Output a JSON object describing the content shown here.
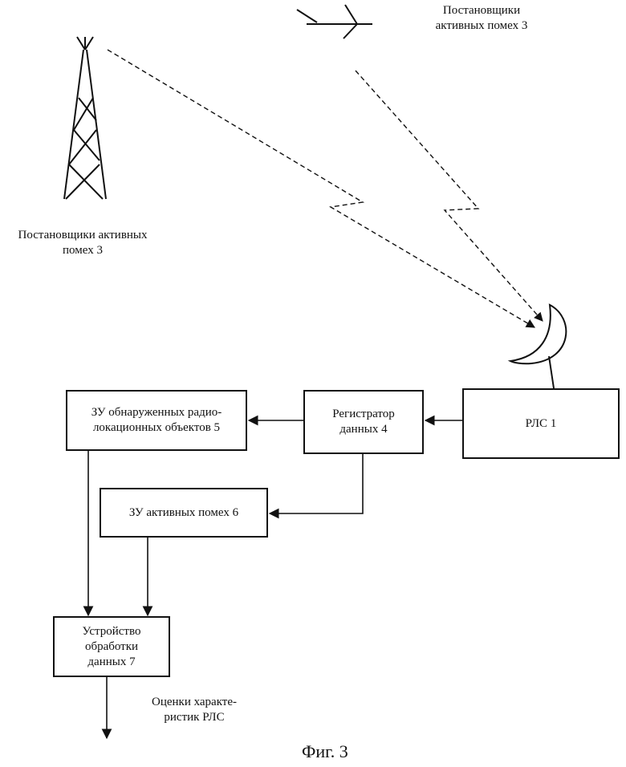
{
  "jammers_top": "Постановщики\nактивных помех 3",
  "jammers_left": "Постановщики активных\nпомех 3",
  "boxes": {
    "radar": "РЛС 1",
    "registrar": "Регистратор\nданных 4",
    "memory_objects": "ЗУ обнаруженных радио-\nлокационных объектов 5",
    "memory_jamming": "ЗУ активных помех 6",
    "processor": "Устройство\nобработки\nданных 7"
  },
  "output_label": "Оценки характе-\nристик РЛС",
  "figure_caption": "Фиг. 3"
}
